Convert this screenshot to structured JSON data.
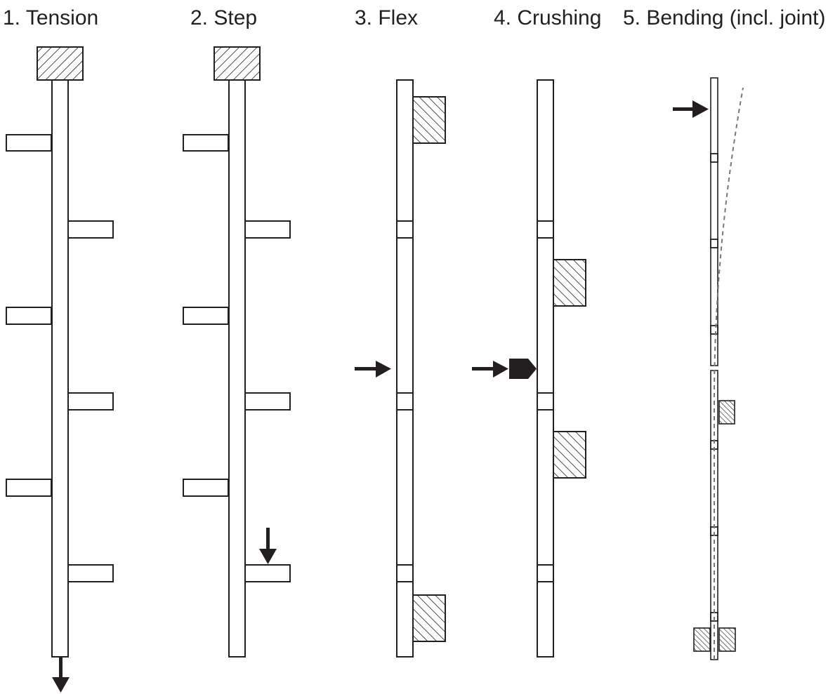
{
  "panels": [
    {
      "id": "tension",
      "label": "1. Tension"
    },
    {
      "id": "step",
      "label": "2. Step"
    },
    {
      "id": "flex",
      "label": "3. Flex"
    },
    {
      "id": "crushing",
      "label": "4. Crushing"
    },
    {
      "id": "bending",
      "label": "5. Bending (incl. joint)"
    }
  ],
  "colors": {
    "stroke": "#231f20",
    "fill": "#ffffff",
    "dashed": "#777777"
  }
}
